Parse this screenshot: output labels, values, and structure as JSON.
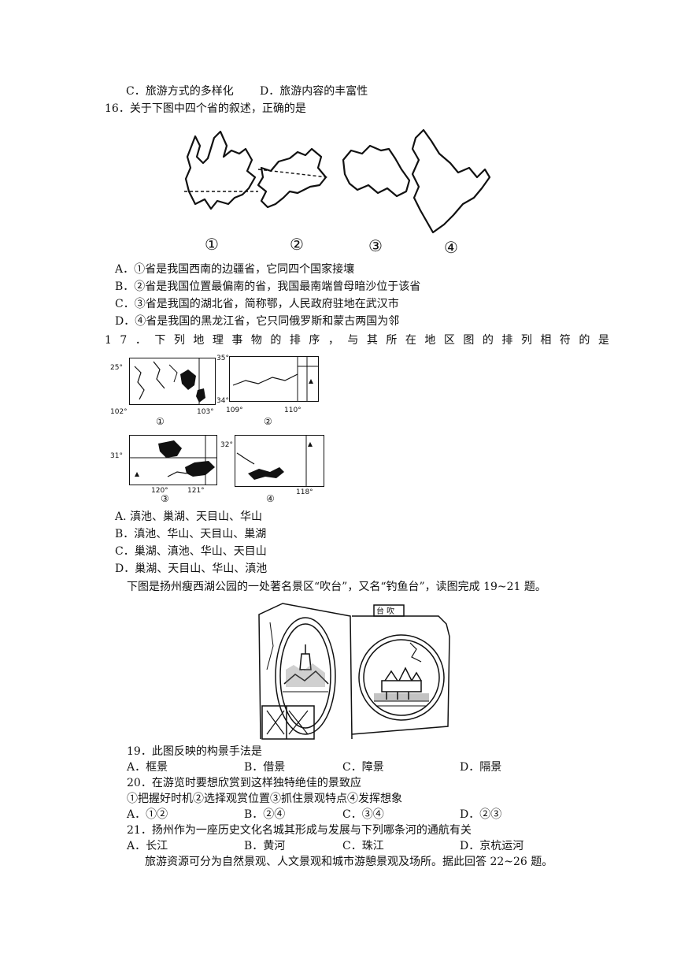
{
  "q15": {
    "option_c": "C．旅游方式的多样化",
    "option_d": "D．旅游内容的丰富性"
  },
  "q16": {
    "stem": "16．关于下图中四个省的叙述，正确的是",
    "map_labels": [
      "①",
      "②",
      "③",
      "④"
    ],
    "options": [
      "A．①省是我国西南的边疆省，它同四个国家接壤",
      "B．②省是我国位置最偏南的省，我国最南端曾母暗沙位于该省",
      "C．③省是我国的湖北省，简称鄂，人民政府驻地在武汉市",
      "D．④省是我国的黑龙江省，它只同俄罗斯和蒙古两国为邻"
    ]
  },
  "q17": {
    "stem": "17．下列地理事物的排序，与其所在地区图的排列相符的是",
    "maps": [
      {
        "label": "①",
        "lat": "25°",
        "lon_left": "102°",
        "lon_right": "103°"
      },
      {
        "label": "②",
        "lat_top": "35°",
        "lat_bottom": "34°",
        "lon_left": "109°",
        "lon_right": "110°"
      },
      {
        "label": "③",
        "lat": "31°",
        "lon_left": "120°",
        "lon_right": "121°"
      },
      {
        "label": "④",
        "lat": "32°",
        "lon_right": "118°"
      }
    ],
    "options": [
      "A. 滇池、巢湖、天目山、华山",
      "B．滇池、华山、天目山、巢湖",
      "C．巢湖、滇池、华山、天目山",
      "D．巢湖、天目山、华山、滇池"
    ]
  },
  "passage_19_21": "下图是扬州瘦西湖公园的一处著名景区“吹台”，又名“钓鱼台”，读图完成 19~21 题。",
  "scene": {
    "sign": "台  吹"
  },
  "q19": {
    "stem": "19．此图反映的构景手法是",
    "options": [
      "A．框景",
      "B．借景",
      "C．障景",
      "D．隔景"
    ]
  },
  "q20": {
    "stem": "20．在游览时要想欣赏到这样独特绝佳的景致应",
    "sub": "①把握好时机②选择观赏位置③抓住景观特点④发挥想象",
    "options": [
      "A．①②",
      "B．②④",
      "C．③④",
      "D．②③"
    ]
  },
  "q21": {
    "stem": "21．扬州作为一座历史文化名城其形成与发展与下列哪条河的通航有关",
    "options": [
      "A．长江",
      "B．黄河",
      "C．珠江",
      "D．京杭运河"
    ]
  },
  "passage_22_26": "旅游资源可分为自然景观、人文景观和城市游憩景观及场所。据此回答 22~26 题。"
}
